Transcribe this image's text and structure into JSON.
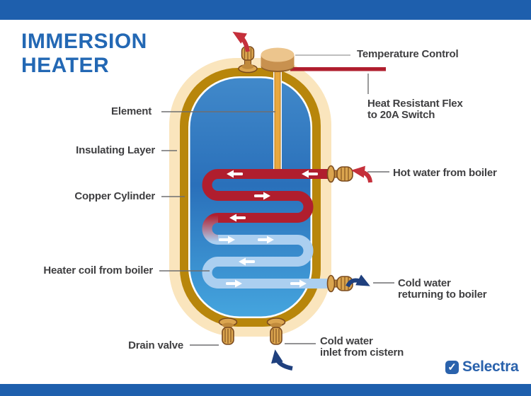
{
  "palette": {
    "bar_blue": "#1E5FAD",
    "title_blue": "#2368B4",
    "label_gray": "#3F3F41",
    "pointer_gray": "#6E6E70",
    "hot_red": "#B01E2E",
    "arrow_red": "#C5303B",
    "cold_pipe_blue": "#ABCFF0",
    "navy": "#1F407E",
    "brass": "#DBA54F",
    "brass_dark": "#7A4A1E",
    "copper_gold": "#B8860B",
    "insulation_cream": "#FAE5BD",
    "water_top": "#4189CA",
    "water_mid": "#2A70BA",
    "water_bottom": "#45A5DE",
    "brand_blue": "#2A62AC"
  },
  "header": {
    "title_line1": "IMMERSION",
    "title_line2": "HEATER"
  },
  "labels": {
    "temperature_control": "Temperature Control",
    "heat_resistant_flex_line1": "Heat Resistant Flex",
    "heat_resistant_flex_line2": "to 20A Switch",
    "element": "Element",
    "insulating_layer": "Insulating Layer",
    "copper_cylinder": "Copper Cylinder",
    "hot_water": "Hot water from boiler",
    "heater_coil": "Heater coil from boiler",
    "cold_return_line1": "Cold water",
    "cold_return_line2": "returning to boiler",
    "drain_valve": "Drain valve",
    "cold_inlet_line1": "Cold water",
    "cold_inlet_line2": "inlet from cistern"
  },
  "footer": {
    "brand_check": "✓",
    "brand_name": "Selectra"
  }
}
